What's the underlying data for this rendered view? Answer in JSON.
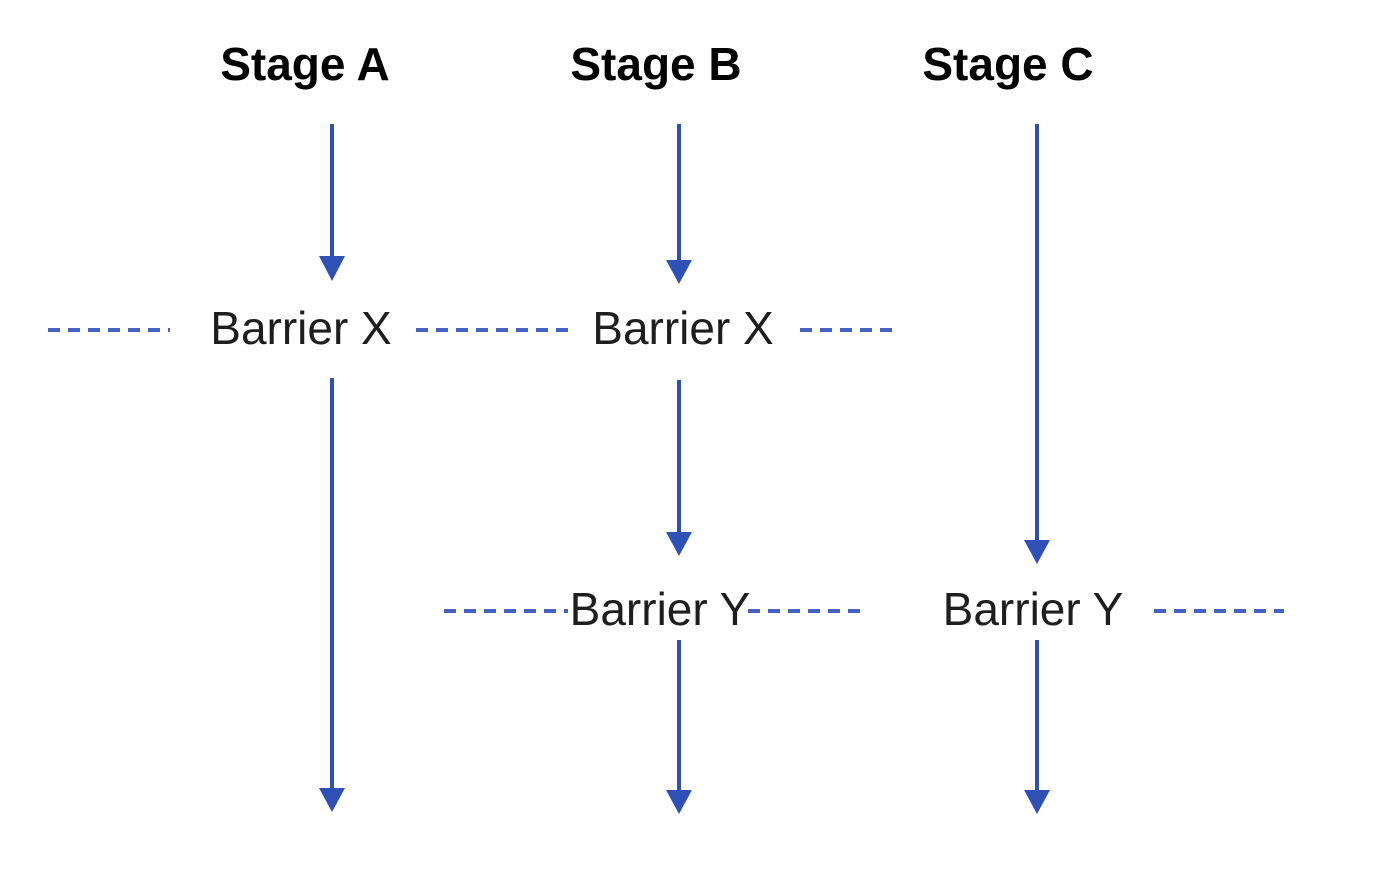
{
  "diagram": {
    "title": "pipeline-stages-with-barriers",
    "columns": [
      {
        "stage": "Stage A",
        "barriers": [
          "Barrier X"
        ]
      },
      {
        "stage": "Stage B",
        "barriers": [
          "Barrier X",
          "Barrier Y"
        ]
      },
      {
        "stage": "Stage C",
        "barriers": [
          "Barrier Y"
        ]
      }
    ],
    "colors": {
      "arrow": "#2f51b5",
      "dash": "#4362c4",
      "stage_text": "#000000",
      "barrier_text": "#1e1e1e",
      "background": "#ffffff"
    }
  }
}
